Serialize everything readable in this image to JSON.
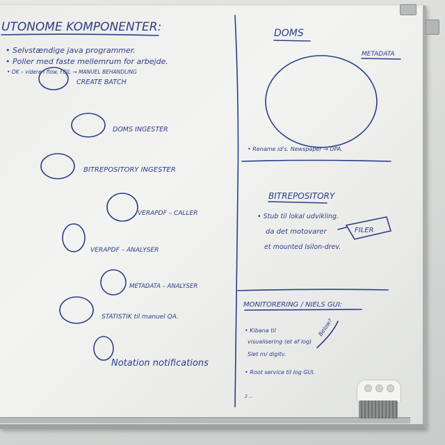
{
  "left_column": {
    "heading": "UTONOME KOMPONENTER:",
    "bullets": [
      "• Selvstændige java programmer.",
      "• Poller med faste mellemrum for arbejde.",
      "• OK – videre i flow, FEJL → MANUEL BEHANDLING"
    ],
    "components": [
      "CREATE BATCH",
      "DOMS INGESTER",
      "BITREPOSITORY INGESTER",
      "VERAPDF – CALLER",
      "VERAPDF – ANALYSER",
      "METADATA – ANALYSER",
      "STATISTIK til manuel QA.",
      "Notation notifications"
    ]
  },
  "doms_panel": {
    "title": "DOMS",
    "label": "METADATA",
    "note": "• Rename id's. Newspaper → DPA."
  },
  "bitrepo_panel": {
    "title": "BITREPOSITORY",
    "lines": [
      "• Stub til lokal udvikling.",
      "da det motovarer",
      "et mounted Isilon-drev."
    ],
    "boxed": "FILER"
  },
  "monitoring_panel": {
    "title": "MONITORERING / NIELS GUI:",
    "lines": [
      "• Kibana til",
      "visualisering (et af log)",
      "Slet m/ digitv.",
      "• Root service til log GUI."
    ],
    "aside": "Below?",
    "footnote": "2 ..."
  },
  "colors": {
    "ink": "#2b3c86",
    "board": "#eeefed",
    "frame": "#a9adab"
  }
}
